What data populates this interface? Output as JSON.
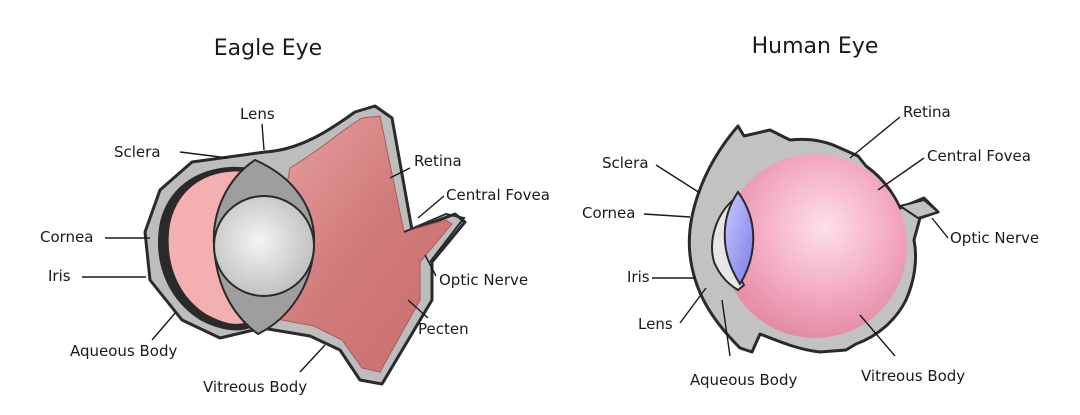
{
  "eagle": {
    "title": "Eagle Eye",
    "labels": {
      "lens": "Lens",
      "sclera": "Sclera",
      "retina": "Retina",
      "central_fovea": "Central Fovea",
      "cornea": "Cornea",
      "iris": "Iris",
      "optic_nerve": "Optic Nerve",
      "aqueous_body": "Aqueous Body",
      "pecten": "Pecten",
      "vitreous_body": "Vitreous Body"
    }
  },
  "human": {
    "title": "Human Eye",
    "labels": {
      "retina": "Retina",
      "sclera": "Sclera",
      "central_fovea": "Central Fovea",
      "cornea": "Cornea",
      "optic_nerve": "Optic Nerve",
      "iris": "Iris",
      "lens": "Lens",
      "aqueous_body": "Aqueous Body",
      "vitreous_body": "Vitreous Body"
    }
  },
  "colors": {
    "retina_eagle": "#d98585",
    "cornea_pink": "#f4b0b0",
    "sclera_gray": "#bdbdbd",
    "lens_gray": "#d6d6d6",
    "human_vitreous": "#f0a8c0",
    "human_lens": "#9a9af0"
  }
}
